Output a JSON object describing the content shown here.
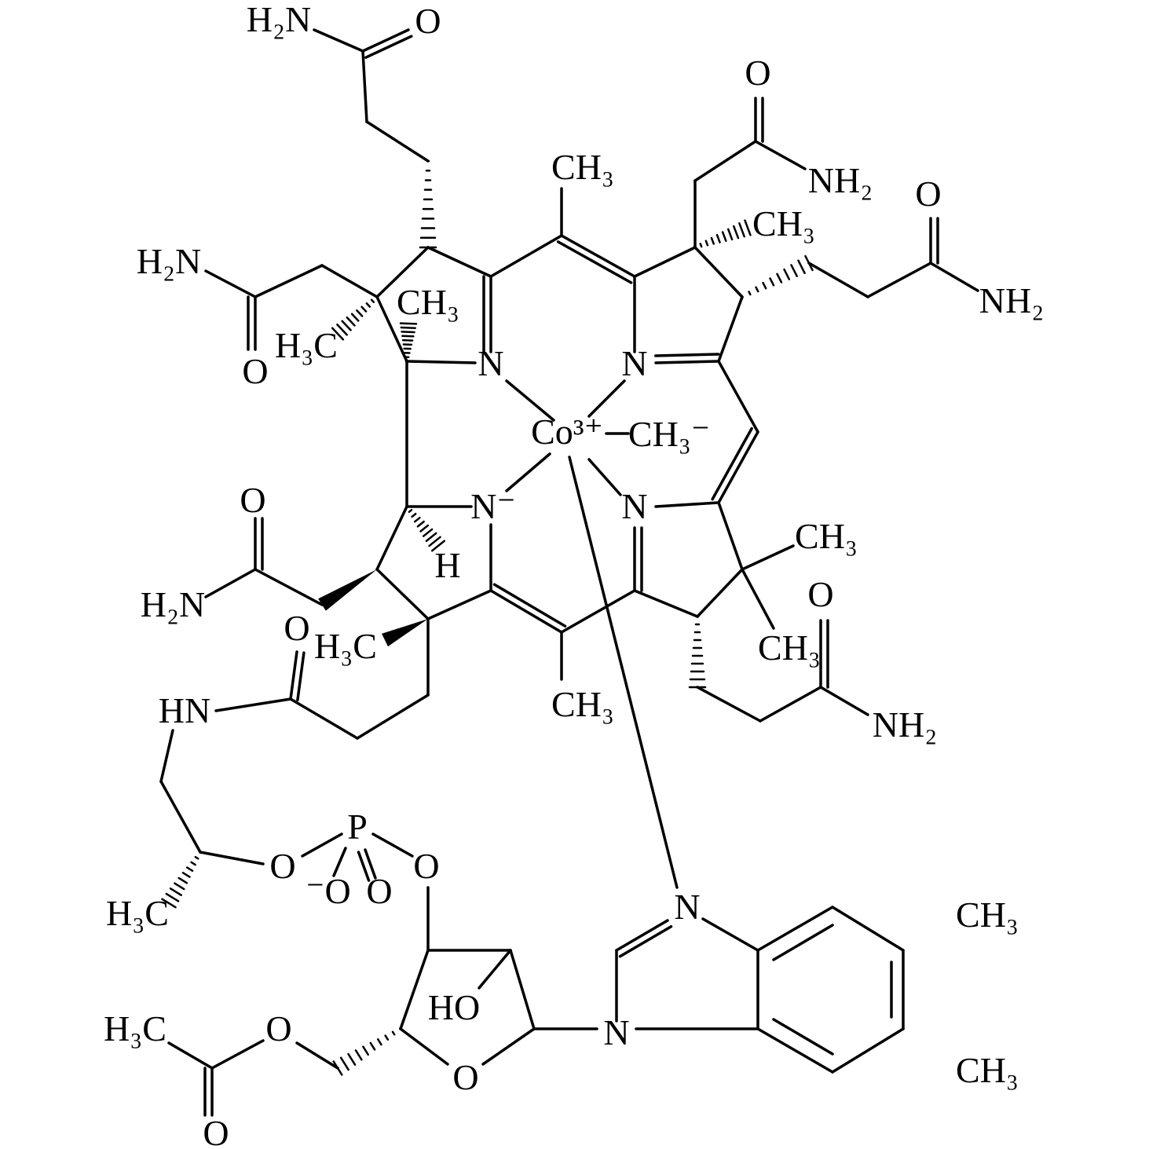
{
  "structure": {
    "colors": {
      "ink": "#000000",
      "background": "#ffffff"
    },
    "atom_labels": [
      "H₂N",
      "O",
      "CH₃",
      "O",
      "NH₂",
      "CH₃",
      "O",
      "NH₂",
      "H₂N",
      "CH₃",
      "H₃C",
      "O",
      "N",
      "N",
      "Co³⁺",
      "CH₃⁻",
      "N⁻",
      "N",
      "H",
      "O",
      "H₂N",
      "CH₃",
      "CH₃",
      "O",
      "O",
      "H₃C",
      "CH₃",
      "NH₂",
      "HN",
      "P",
      "O",
      "⁻O",
      "O",
      "O",
      "H₃C",
      "N",
      "CH₃",
      "HO",
      "N",
      "O",
      "H₃C",
      "O",
      "CH₃",
      "O"
    ]
  }
}
